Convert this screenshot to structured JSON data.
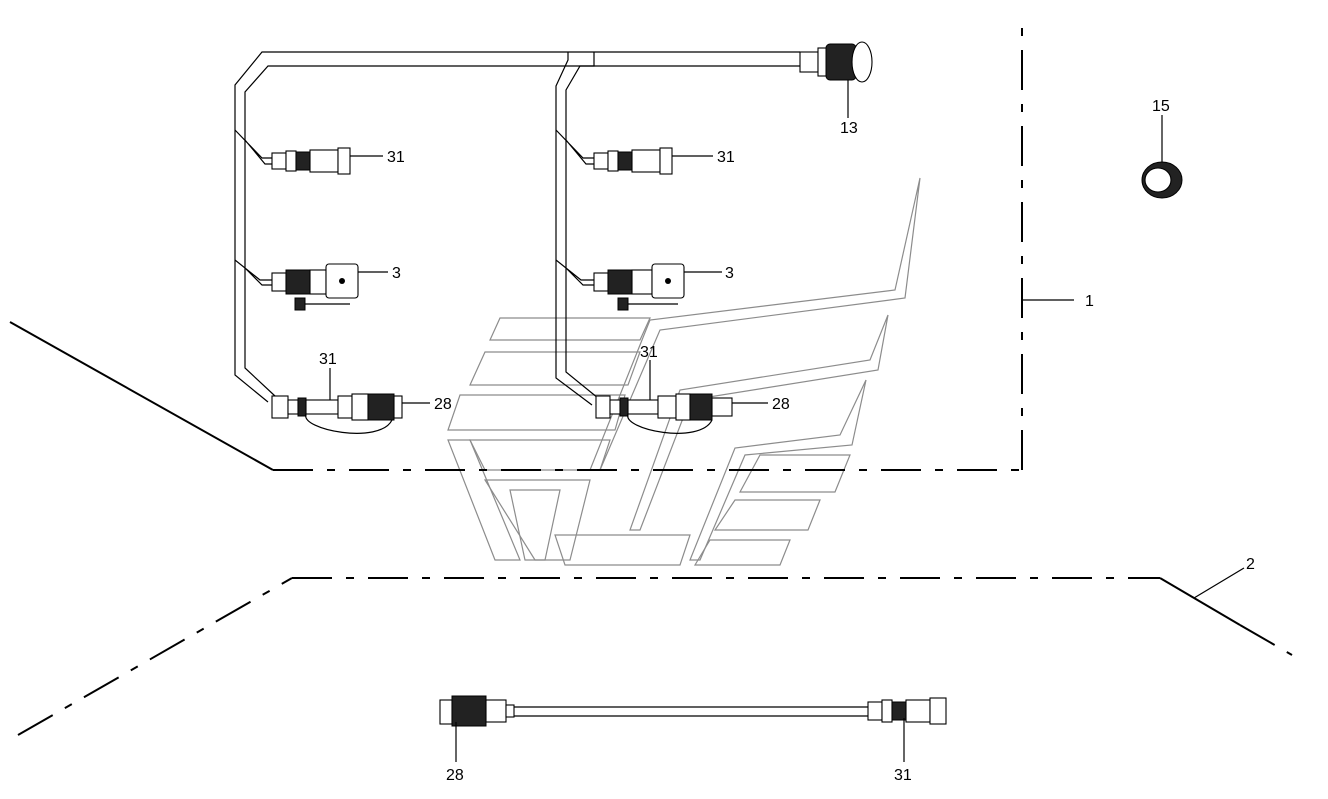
{
  "callouts": {
    "c13": "13",
    "c15": "15",
    "c1": "1",
    "c2": "2",
    "c3a": "3",
    "c3b": "3",
    "c31a": "31",
    "c31b": "31",
    "c31c": "31",
    "c31d": "31",
    "c31e": "31",
    "c28a": "28",
    "c28b": "28",
    "c28c": "28"
  }
}
